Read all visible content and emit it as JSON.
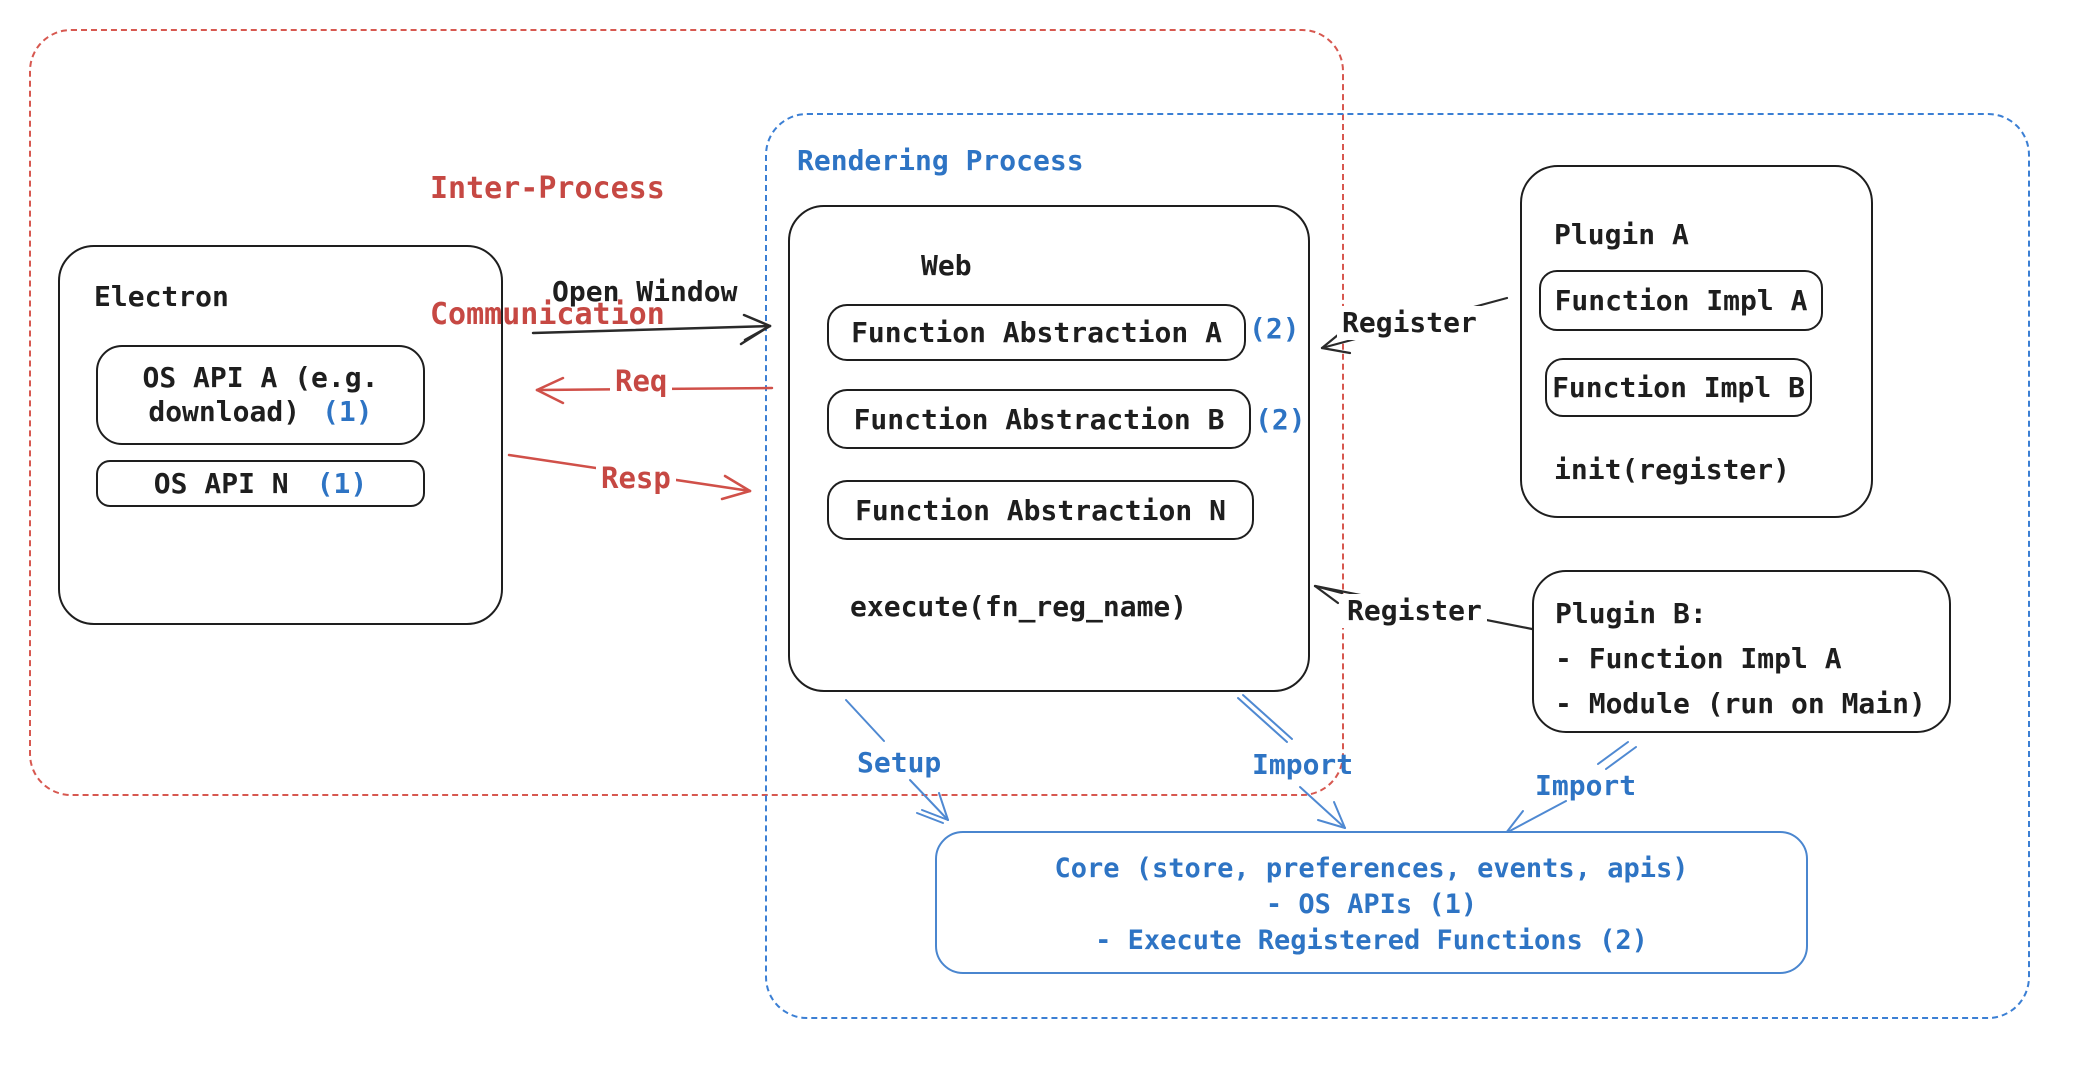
{
  "colors": {
    "ink": "#1e1e1e",
    "red_text": "#c64843",
    "red_dash": "#d75850",
    "blue_text": "#2e74c4",
    "blue_dash": "#3b7fd4",
    "blue_arrow": "#4f89d2"
  },
  "frames": {
    "ipc": {
      "label_line1": "Inter-Process",
      "label_line2": "Communication"
    },
    "rendering": {
      "label": "Rendering Process"
    }
  },
  "electron": {
    "title": "Electron",
    "api_a_line1": "OS API A (e.g.",
    "api_a_line2": "download)",
    "api_a_tag": "(1)",
    "api_n": "OS API N",
    "api_n_tag": "(1)"
  },
  "web": {
    "title": "Web",
    "fa_a": "Function Abstraction A",
    "fa_a_tag": "(2)",
    "fa_b": "Function Abstraction B",
    "fa_b_tag": "(2)",
    "fa_n": "Function Abstraction N",
    "execute": "execute(fn_reg_name)"
  },
  "plugin_a": {
    "title": "Plugin A",
    "impl_a": "Function Impl A",
    "impl_b": "Function Impl B",
    "init": "init(register)"
  },
  "plugin_b": {
    "title": "Plugin B:",
    "item1": "- Function Impl A",
    "item2": "- Module (run on Main)"
  },
  "core": {
    "line1": "Core (store, preferences, events, apis)",
    "line2": "- OS APIs (1)",
    "line3": "- Execute Registered Functions (2)"
  },
  "arrows": {
    "open_window": "Open Window",
    "req": "Req",
    "resp": "Resp",
    "register_top": "Register",
    "register_bottom": "Register",
    "setup": "Setup",
    "import_web": "Import",
    "import_plugin": "Import"
  }
}
